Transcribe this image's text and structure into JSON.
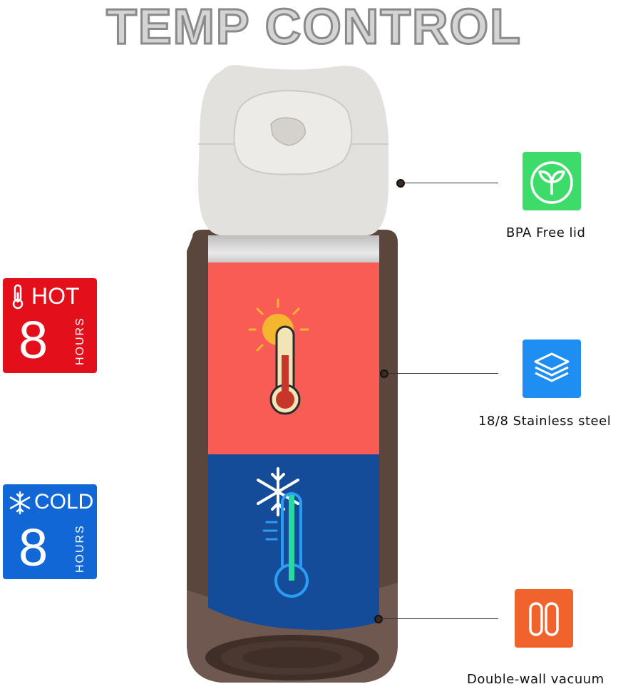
{
  "title": "TEMP CONTROL",
  "badges": {
    "hot": {
      "label": "HOT",
      "number": "8",
      "unit": "HOURS",
      "color": "#e3101c"
    },
    "cold": {
      "label": "COLD",
      "number": "8",
      "unit": "HOURS",
      "color": "#1167d6"
    }
  },
  "features": [
    {
      "label": "BPA Free lid",
      "icon": "leaf-sprout-icon",
      "color": "#3ddc6a"
    },
    {
      "label": "18/8 Stainless steel",
      "icon": "layers-icon",
      "color": "#1e8ef2"
    },
    {
      "label": "Double-wall vacuum",
      "icon": "double-wall-icon",
      "color": "#f0632d"
    }
  ],
  "bottle": {
    "hot_section_color": "#f95c55",
    "cold_section_color": "#144c9a",
    "body_color": "#5b463d",
    "lid_color": "#e3e1dd"
  }
}
